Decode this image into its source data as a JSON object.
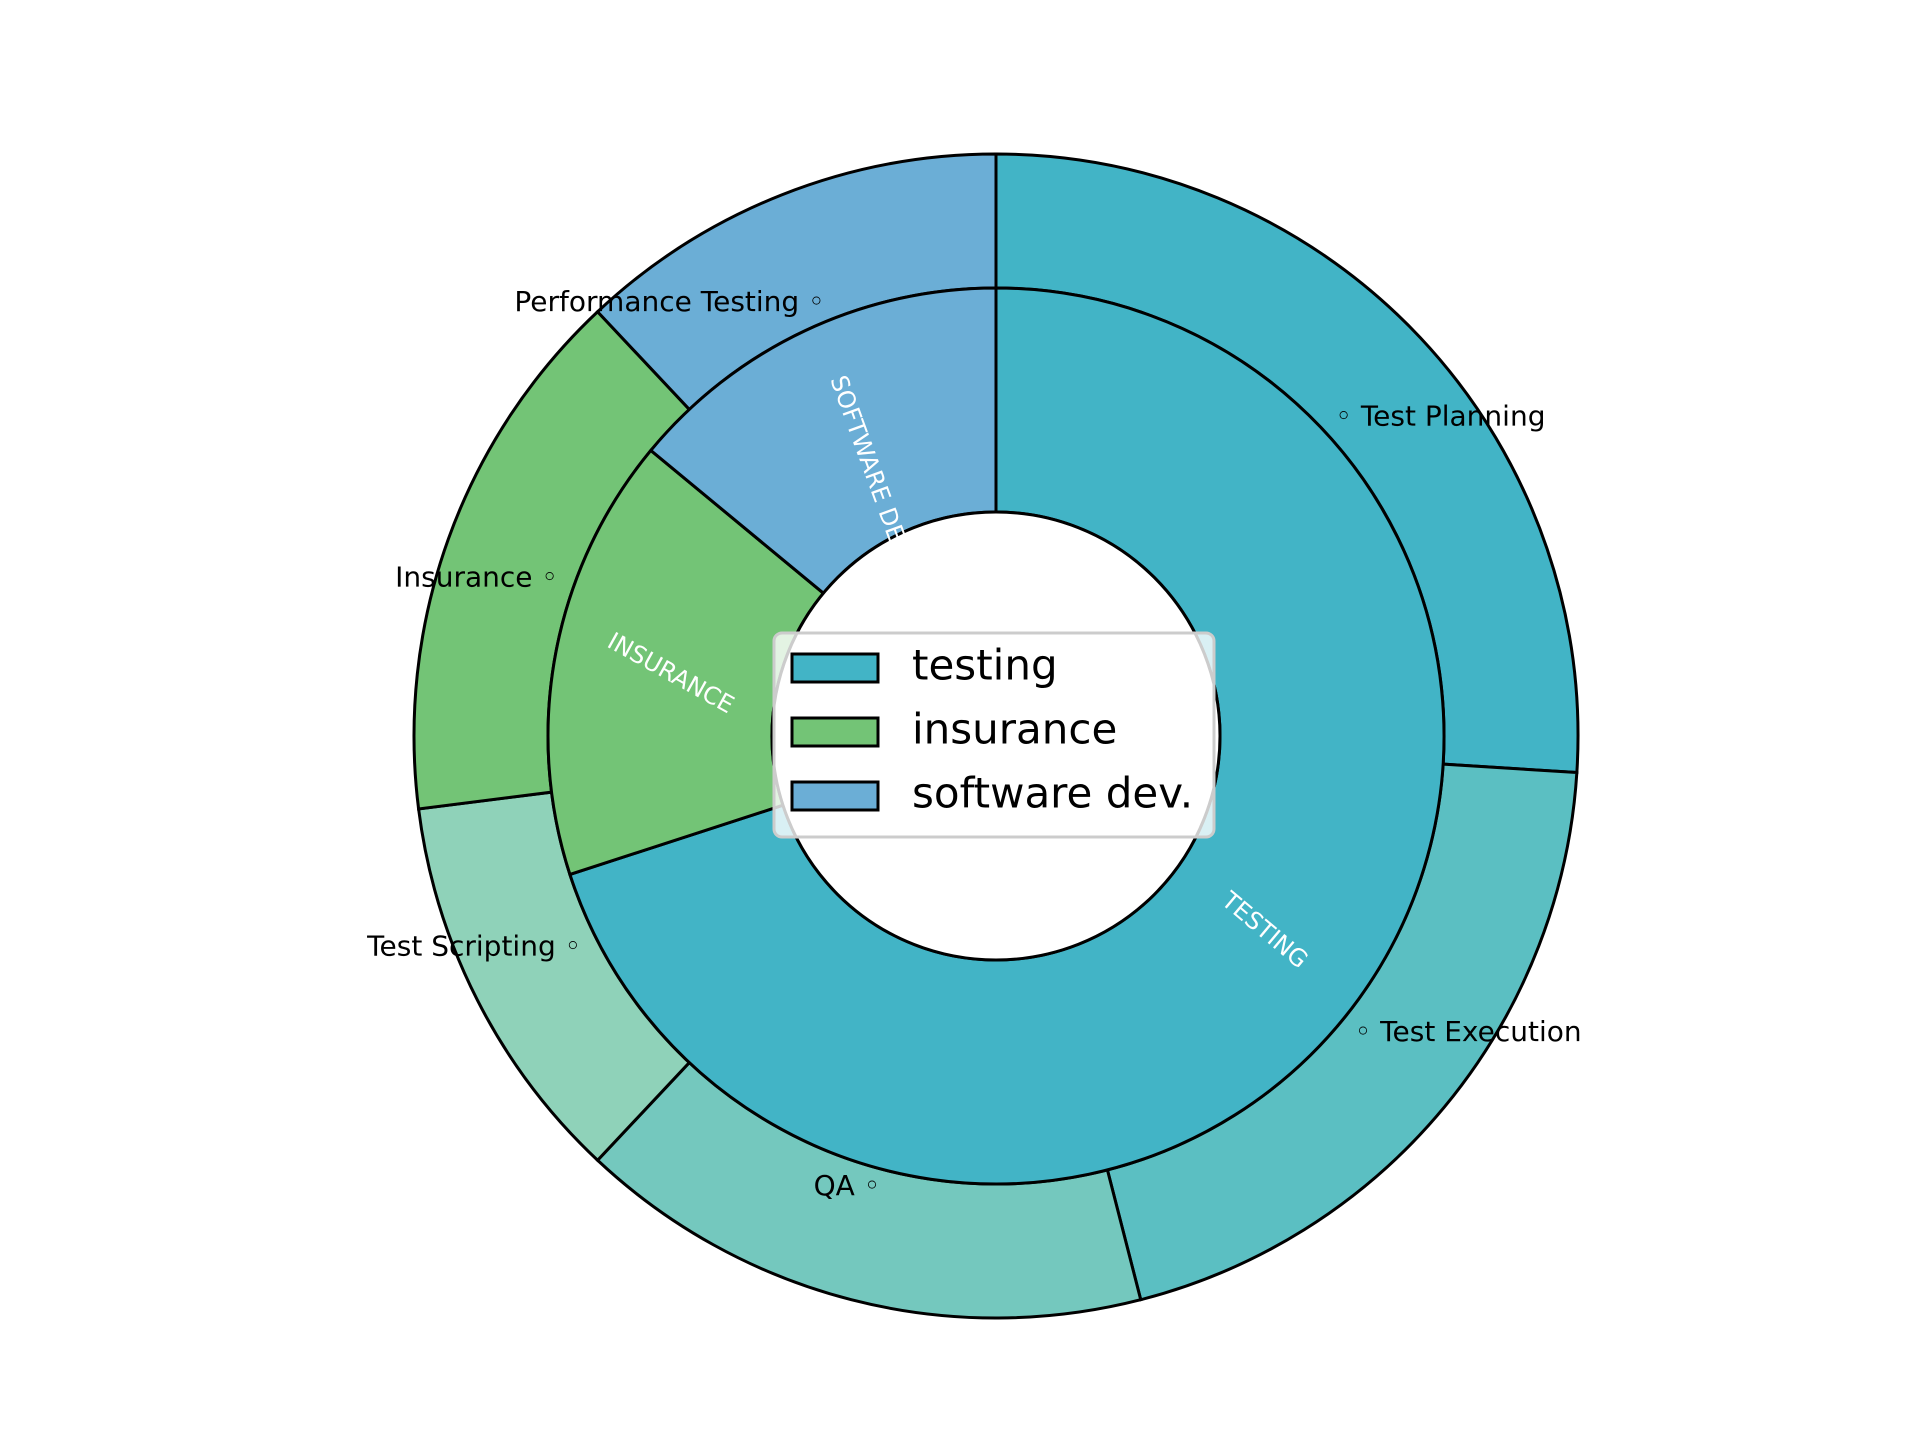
{
  "chart_data": {
    "type": "pie",
    "variant": "nested-donut",
    "start_angle_deg": 90,
    "direction": "clockwise",
    "inner_ring": [
      {
        "label": "TESTING",
        "legend": "testing",
        "value": 70,
        "color": "#42b4c6"
      },
      {
        "label": "INSURANCE",
        "legend": "insurance",
        "value": 16,
        "color": "#73c476"
      },
      {
        "label": "SOFTWARE DEV.",
        "legend": "software dev.",
        "value": 14,
        "color": "#6baed6"
      }
    ],
    "outer_ring": [
      {
        "label": "Test Planning",
        "group": "testing",
        "value": 26,
        "color": "#42b4c6"
      },
      {
        "label": "Test Execution",
        "group": "testing",
        "value": 20,
        "color": "#5bbfc2"
      },
      {
        "label": "QA",
        "group": "testing",
        "value": 16,
        "color": "#74c8be"
      },
      {
        "label": "Test Scripting",
        "group": "testing",
        "value": 11,
        "color": "#8fd2b9"
      },
      {
        "label": "Insurance",
        "group": "insurance",
        "value": 15,
        "color": "#73c476"
      },
      {
        "label": "Performance Testing",
        "group": "software dev.",
        "value": 12,
        "color": "#6baed6"
      }
    ],
    "legend": {
      "placement": "center",
      "entries": [
        "testing",
        "insurance",
        "software dev."
      ]
    },
    "title": ""
  }
}
